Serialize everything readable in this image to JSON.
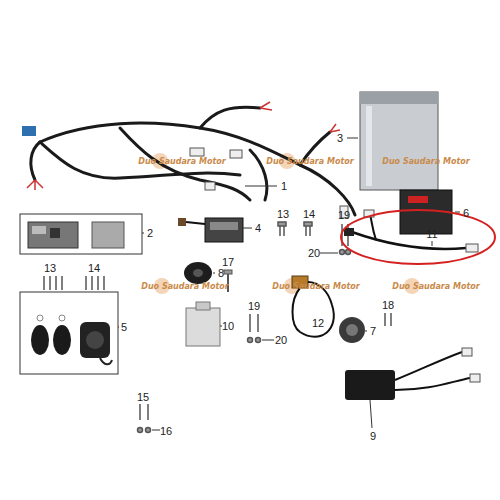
{
  "diagram": {
    "labels": [
      "1",
      "3",
      "6",
      "2",
      "4",
      "13",
      "14",
      "19",
      "20",
      "11",
      "8",
      "17",
      "13",
      "14",
      "5",
      "7",
      "12",
      "10",
      "19",
      "20",
      "18",
      "9",
      "15",
      "16",
      "Duo Saudara Motor",
      "Duo Saudara Motor",
      "Duo Saudara Motor",
      "Duo Saudara Motor",
      "Duo Saudara Motor",
      "Duo Saudara Motor"
    ]
  }
}
